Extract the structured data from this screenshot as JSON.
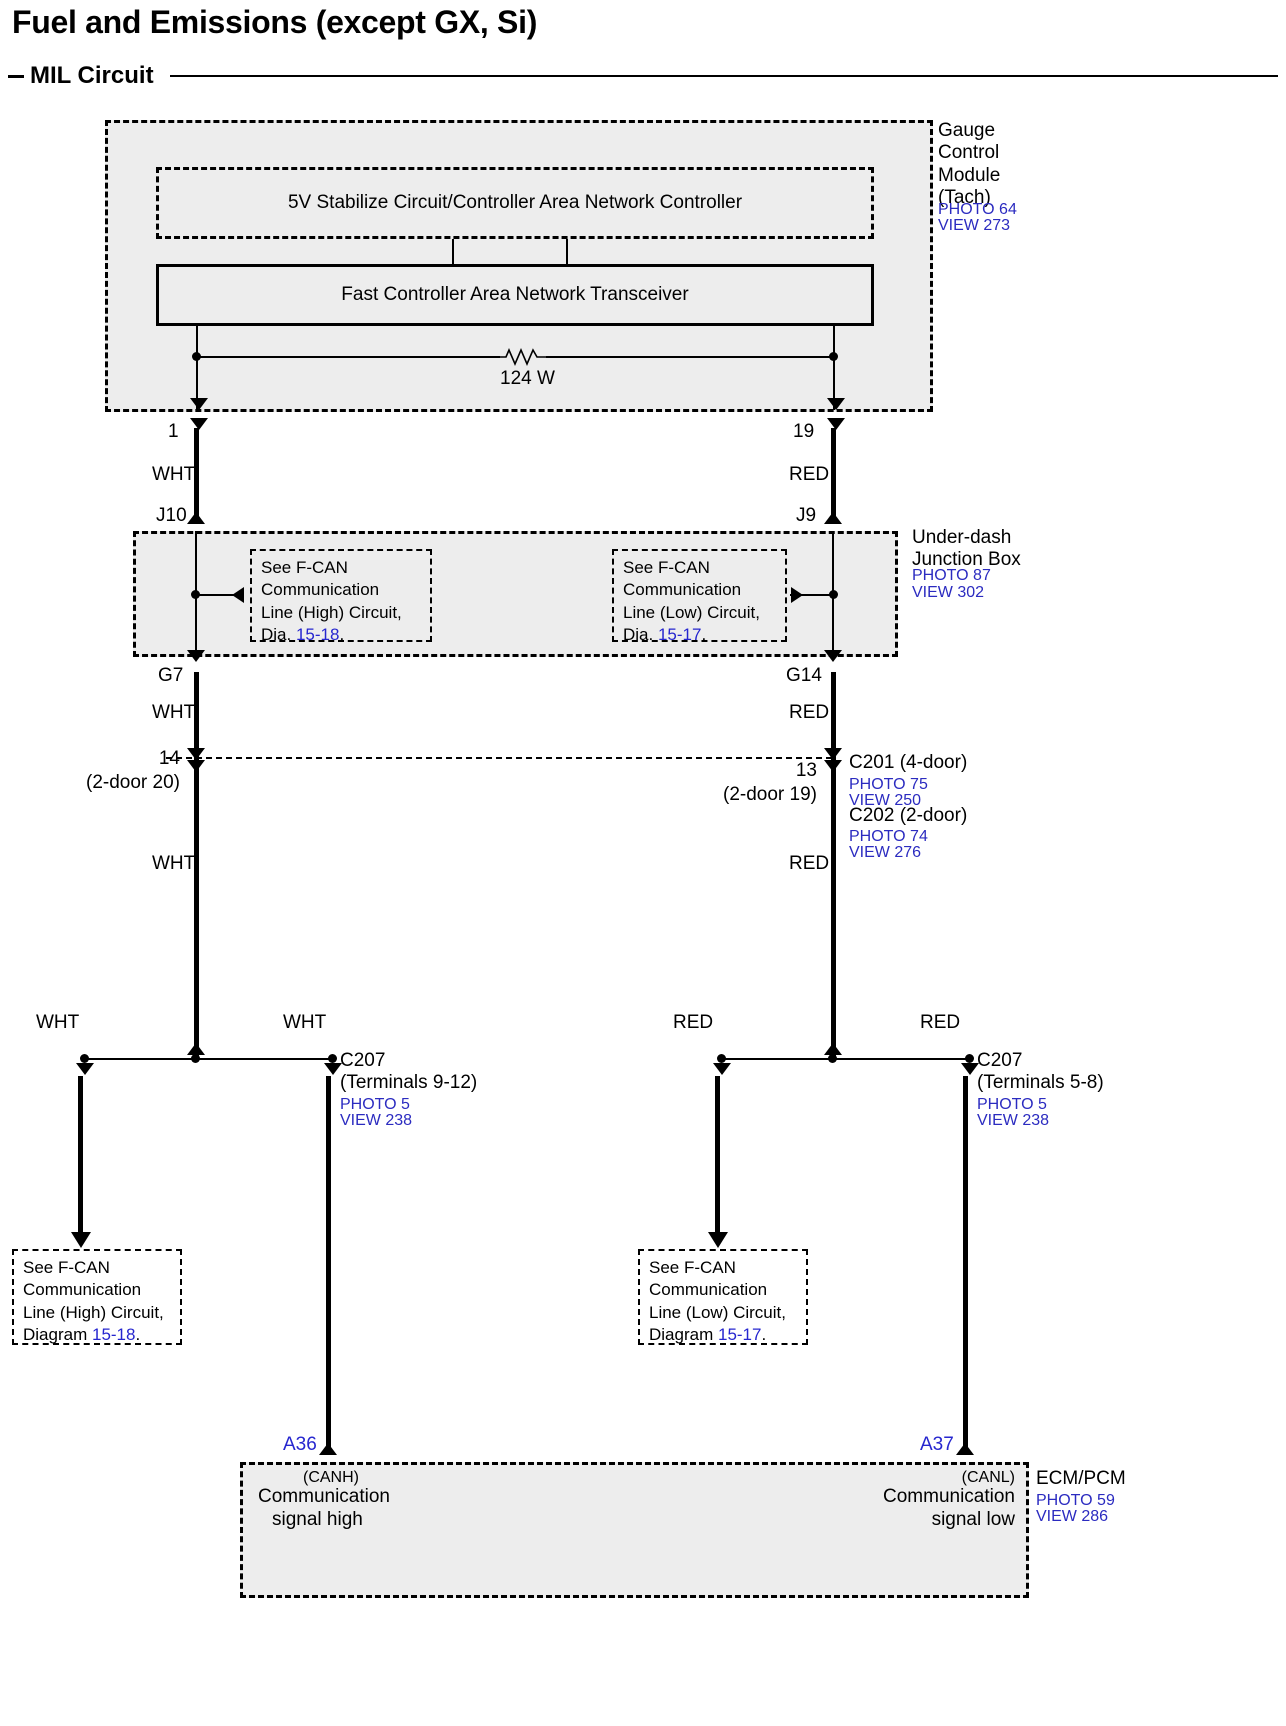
{
  "header": {
    "title": "Fuel and Emissions (except GX, Si)",
    "subtitle": "MIL Circuit"
  },
  "gauge_module": {
    "name_lines": [
      "Gauge",
      "Control",
      "Module",
      "(Tach)"
    ],
    "photo": "PHOTO 64",
    "view": "VIEW 273",
    "inner_block_label": "5V Stabilize Circuit/Controller Area Network Controller",
    "transceiver_label": "Fast Controller Area Network Transceiver",
    "resistor_value": "124 W",
    "pin_left": "1",
    "pin_right": "19"
  },
  "junction_box": {
    "name_lines": [
      "Under-dash",
      "Junction Box"
    ],
    "photo": "PHOTO 87",
    "view": "VIEW 302",
    "terminal_top_left": "J10",
    "terminal_top_right": "J9",
    "terminal_bottom_left": "G7",
    "terminal_bottom_right": "G14",
    "ref_left": {
      "line1": "See F-CAN",
      "line2": "Communication",
      "line3": "Line (High) Circuit,",
      "line4_prefix": "Dia.",
      "line4_ref": "15-18",
      "line4_suffix": "."
    },
    "ref_right": {
      "line1": "See F-CAN",
      "line2": "Communication",
      "line3": "Line (Low) Circuit,",
      "line4_prefix": "Dia.",
      "line4_ref": "15-17",
      "line4_suffix": "."
    }
  },
  "wire_colors": {
    "wht": "WHT",
    "red": "RED"
  },
  "c201": {
    "pin_left": "14",
    "pin_left_alt": "(2-door 20)",
    "pin_right": "13",
    "pin_right_alt": "(2-door 19)",
    "name_4door": "C201 (4-door)",
    "photo_4door": "PHOTO 75",
    "view_4door": "VIEW 250",
    "name_2door": "C202 (2-door)",
    "photo_2door": "PHOTO 74",
    "view_2door": "VIEW 276"
  },
  "c207_left": {
    "name": "C207",
    "terminals": "(Terminals 9-12)",
    "photo": "PHOTO 5",
    "view": "VIEW 238"
  },
  "c207_right": {
    "name": "C207",
    "terminals": "(Terminals 5-8)",
    "photo": "PHOTO 5",
    "view": "VIEW 238"
  },
  "bottom_ref_left": {
    "line1": "See F-CAN",
    "line2": "Communication",
    "line3": "Line (High) Circuit,",
    "line4_prefix": "Diagram",
    "line4_ref": "15-18",
    "line4_suffix": "."
  },
  "bottom_ref_right": {
    "line1": "See F-CAN",
    "line2": "Communication",
    "line3": "Line (Low) Circuit,",
    "line4_prefix": "Diagram",
    "line4_ref": "15-17",
    "line4_suffix": "."
  },
  "ecm": {
    "name": "ECM/PCM",
    "photo": "PHOTO 59",
    "view": "VIEW 286",
    "pin_left": "A36",
    "pin_right": "A37",
    "left_signal_code": "(CANH)",
    "left_signal_l1": "Communication",
    "left_signal_l2": "signal high",
    "right_signal_code": "(CANL)",
    "right_signal_l1": "Communication",
    "right_signal_l2": "signal low"
  },
  "colors": {
    "blue_ref": "#2b2bc0",
    "module_fill": "#ededed",
    "line": "#000000"
  }
}
